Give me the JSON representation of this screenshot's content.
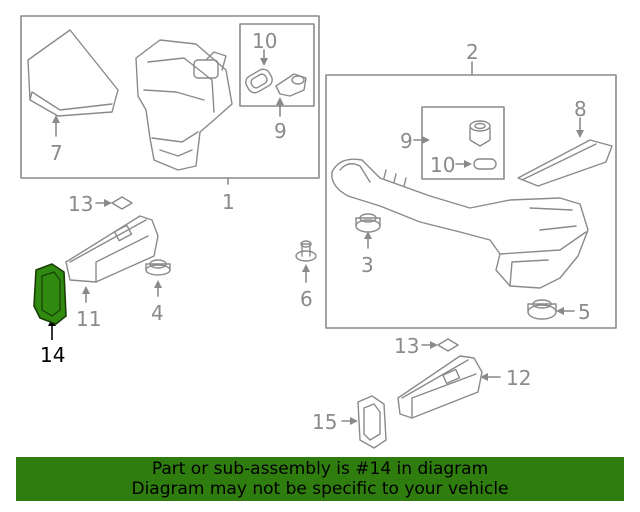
{
  "colors": {
    "line": "#8a8a8a",
    "highlight_fill": "#2f8a0f",
    "highlight_stroke": "#1a3d08",
    "banner_bg": "#2f7d0f",
    "text_gray": "#8a8a8a",
    "text_black": "#000000"
  },
  "callouts": {
    "c1": "1",
    "c2": "2",
    "c3": "3",
    "c4": "4",
    "c5": "5",
    "c6": "6",
    "c7": "7",
    "c8": "8",
    "c9_top": "9",
    "c9_mid": "9",
    "c10_top": "10",
    "c10_mid": "10",
    "c11": "11",
    "c12": "12",
    "c13_top": "13",
    "c13_bot": "13",
    "c14": "14",
    "c15": "15"
  },
  "banner": {
    "line1": "Part or sub-assembly is #14 in diagram",
    "line2": "Diagram may not be specific to your vehicle"
  }
}
